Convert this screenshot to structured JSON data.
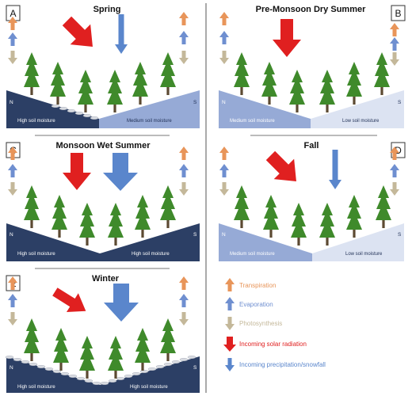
{
  "colors": {
    "transpiration": "#e8955a",
    "evaporation": "#6f8fd0",
    "photosynthesis": "#c4b89a",
    "solar": "#e02020",
    "precipitation": "#5a86cc",
    "high_moisture": "#2c3f65",
    "medium_moisture": "#96aad6",
    "low_moisture": "#dce3f2",
    "tree": "#3f8a2b",
    "trunk": "#5c4a32",
    "snow": "#d9dce2"
  },
  "panels": [
    {
      "letter": "A",
      "title": "Spring",
      "north_label": "N",
      "south_label": "S",
      "north_text": "High soil moisture",
      "south_text": "Medium soil moisture"
    },
    {
      "letter": "B",
      "title": "Pre-Monsoon Dry Summer",
      "north_label": "N",
      "south_label": "S",
      "north_text": "Medium soil moisture",
      "south_text": "Low soil moisture"
    },
    {
      "letter": "C",
      "title": "Monsoon Wet Summer",
      "north_label": "N",
      "south_label": "S",
      "north_text": "High soil moisture",
      "south_text": "High soil moisture"
    },
    {
      "letter": "D",
      "title": "Fall",
      "north_label": "N",
      "south_label": "S",
      "north_text": "Medium soil moisture",
      "south_text": "Low soil moisture"
    },
    {
      "letter": "E",
      "title": "Winter",
      "north_label": "N",
      "south_label": "S",
      "north_text": "High soil moisture",
      "south_text": "High soil moisture"
    }
  ],
  "legend": [
    {
      "label": "Transpiration",
      "color": "#e8955a",
      "icon": "up-arrow-icon"
    },
    {
      "label": "Evaporation",
      "color": "#6f8fd0",
      "icon": "up-arrow-icon"
    },
    {
      "label": "Photosynthesis",
      "color": "#c4b89a",
      "icon": "down-arrow-icon"
    },
    {
      "label": "Incoming solar radiation",
      "color": "#e02020",
      "icon": "down-arrow-icon"
    },
    {
      "label": "Incoming precipitation/snowfall",
      "color": "#5a86cc",
      "icon": "down-arrow-icon"
    }
  ]
}
